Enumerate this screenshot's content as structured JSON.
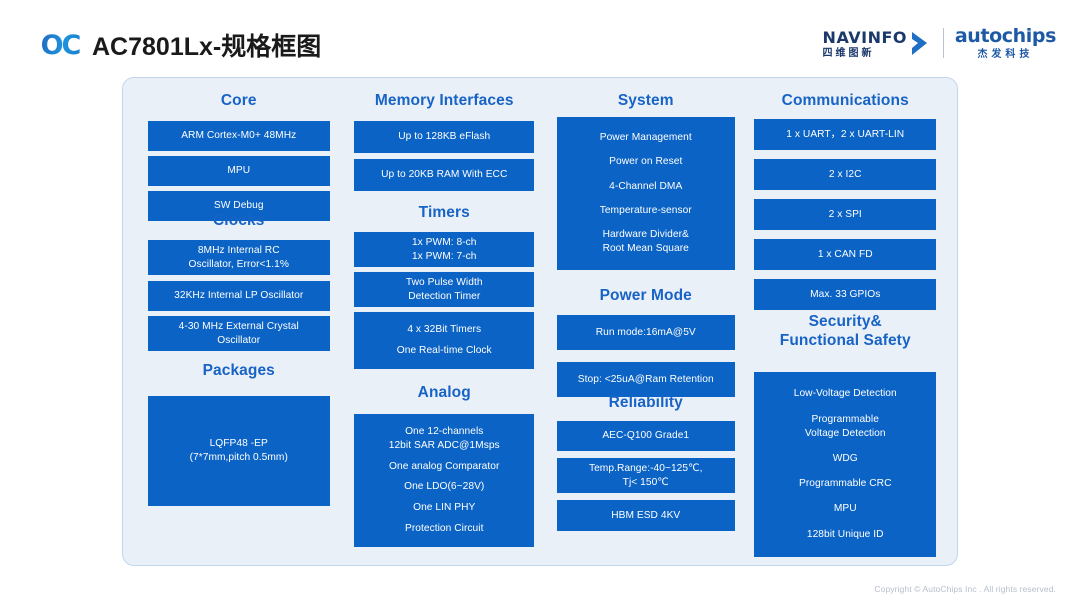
{
  "header": {
    "logo_mark": "OC",
    "title": "AC7801Lx-规格框图",
    "navinfo": {
      "en": "NAVINFO",
      "cn": "四维图新",
      "chevron_icon": "chevron-right-icon"
    },
    "autochips": {
      "en": "autochips",
      "cn": "杰发科技"
    }
  },
  "footer": {
    "copyright": "Copyright © AutoChips Inc . All rights reserved."
  },
  "colors": {
    "panel_bg": "#eaf0f8",
    "panel_border": "#c3d6ee",
    "box_blue": "#0b63c5",
    "heading_blue": "#1763c6",
    "title_dark": "#1a1a1a",
    "footer_grey": "#b6bfcc"
  },
  "columns": [
    {
      "id": "core-column",
      "sections": [
        {
          "id": "core",
          "title": "Core",
          "boxes": [
            {
              "id": "core-cpu",
              "lines": [
                "ARM Cortex-M0+ 48MHz"
              ]
            },
            {
              "id": "core-mpu",
              "lines": [
                "MPU"
              ]
            },
            {
              "id": "core-swdebug",
              "lines": [
                "SW Debug"
              ]
            }
          ]
        },
        {
          "id": "clocks",
          "title": "Clocks",
          "boxes": [
            {
              "id": "clocks-internal-rc",
              "lines": [
                "8MHz Internal RC",
                "Oscillator, Error<1.1%"
              ]
            },
            {
              "id": "clocks-lp-osc",
              "lines": [
                "32KHz Internal LP Oscillator"
              ]
            },
            {
              "id": "clocks-ext-crystal",
              "lines": [
                "4-30 MHz External Crystal",
                "Oscillator"
              ]
            }
          ]
        },
        {
          "id": "packages",
          "title": "Packages",
          "boxes": [
            {
              "id": "packages-lqfp48",
              "lines": [
                "LQFP48 -EP",
                "(7*7mm,pitch 0.5mm)"
              ]
            }
          ]
        }
      ]
    },
    {
      "id": "memory-column",
      "sections": [
        {
          "id": "memory-interfaces",
          "title": "Memory Interfaces",
          "boxes": [
            {
              "id": "memory-eflash",
              "lines": [
                "Up to 128KB eFlash"
              ]
            },
            {
              "id": "memory-ram-ecc",
              "lines": [
                "Up to 20KB RAM With ECC"
              ]
            }
          ]
        },
        {
          "id": "timers",
          "title": "Timers",
          "boxes": [
            {
              "id": "timers-pwm",
              "lines": [
                "1x PWM: 8-ch",
                "1x PWM: 7-ch"
              ]
            },
            {
              "id": "timers-pulse-width",
              "lines": [
                "Two Pulse Width",
                "Detection Timer"
              ]
            },
            {
              "id": "timers-32bit-rtc",
              "groups": [
                [
                  "4 x 32Bit Timers"
                ],
                [
                  "One Real-time Clock"
                ]
              ]
            }
          ]
        },
        {
          "id": "analog",
          "title": "Analog",
          "boxes": [
            {
              "id": "analog-features",
              "groups": [
                [
                  "One 12-channels",
                  "12bit SAR ADC@1Msps"
                ],
                [
                  "One analog Comparator"
                ],
                [
                  "One LDO(6~28V)"
                ],
                [
                  "One LIN PHY"
                ],
                [
                  "Protection Circuit"
                ]
              ]
            }
          ]
        }
      ]
    },
    {
      "id": "system-column",
      "sections": [
        {
          "id": "system",
          "title": "System",
          "boxes": [
            {
              "id": "system-features",
              "groups": [
                [
                  "Power Management"
                ],
                [
                  "Power on Reset"
                ],
                [
                  "4-Channel DMA"
                ],
                [
                  "Temperature-sensor"
                ],
                [
                  "Hardware Divider&",
                  "Root Mean Square"
                ]
              ]
            }
          ]
        },
        {
          "id": "power-mode",
          "title": "Power Mode",
          "boxes": [
            {
              "id": "power-run-mode",
              "lines": [
                "Run mode:16mA@5V"
              ]
            },
            {
              "id": "power-stop-mode",
              "lines": [
                "Stop: <25uA@Ram Retention"
              ]
            }
          ]
        },
        {
          "id": "reliability",
          "title": "Reliability",
          "boxes": [
            {
              "id": "reliability-aecq100",
              "lines": [
                "AEC-Q100 Grade1"
              ]
            },
            {
              "id": "reliability-temp-range",
              "lines": [
                "Temp.Range:-40~125℃,",
                "Tj< 150℃"
              ]
            },
            {
              "id": "reliability-hbm-esd",
              "lines": [
                "HBM ESD  4KV"
              ]
            }
          ]
        }
      ]
    },
    {
      "id": "communications-column",
      "sections": [
        {
          "id": "communications",
          "title": "Communications",
          "boxes": [
            {
              "id": "comm-uart",
              "lines": [
                "1 x UART，2 x UART-LIN"
              ]
            },
            {
              "id": "comm-i2c",
              "lines": [
                "2 x I2C"
              ]
            },
            {
              "id": "comm-spi",
              "lines": [
                "2 x SPI"
              ]
            },
            {
              "id": "comm-canfd",
              "lines": [
                "1 x CAN FD"
              ]
            },
            {
              "id": "comm-gpio",
              "lines": [
                "Max. 33 GPIOs"
              ]
            }
          ]
        },
        {
          "id": "security",
          "title": "Security&\nFunctional Safety",
          "title_lines": [
            "Security&",
            "Functional Safety"
          ],
          "boxes": [
            {
              "id": "security-features",
              "groups": [
                [
                  "Low-Voltage Detection"
                ],
                [
                  "Programmable",
                  "Voltage Detection"
                ],
                [
                  "WDG"
                ],
                [
                  "Programmable CRC"
                ],
                [
                  "MPU"
                ],
                [
                  "128bit Unique ID"
                ]
              ]
            }
          ]
        }
      ]
    }
  ]
}
